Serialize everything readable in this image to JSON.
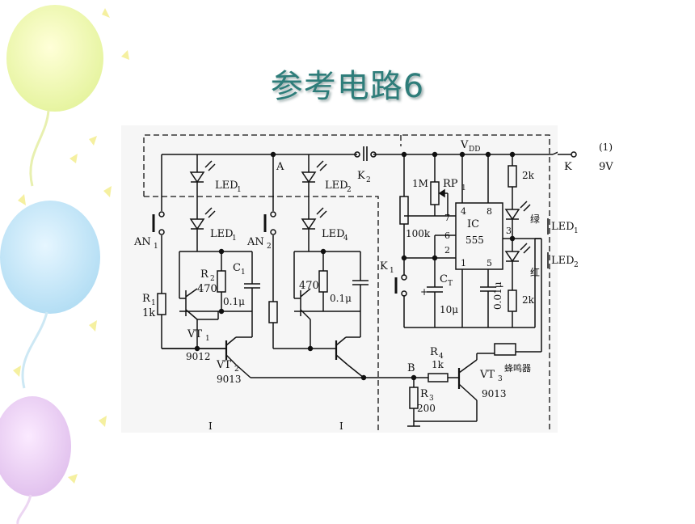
{
  "slide": {
    "title": "参考电路6"
  },
  "circuit": {
    "supply": {
      "vdd": "V",
      "vdd_sub": "DD",
      "node1": "(1)",
      "voltage": "9V",
      "switch": "K"
    },
    "nodes": {
      "a": "A",
      "b": "B"
    },
    "switch_k2": {
      "label": "K",
      "sub": "2"
    },
    "switch_k1": {
      "label": "K",
      "sub": "1"
    },
    "led1a": {
      "label": "LED",
      "sub": "1"
    },
    "led1b": {
      "label": "LED",
      "sub": "1"
    },
    "led2": {
      "label": "LED",
      "sub": "2"
    },
    "led4": {
      "label": "LED",
      "sub": "4"
    },
    "an1": {
      "label": "AN",
      "sub": "1"
    },
    "an2": {
      "label": "AN",
      "sub": "2"
    },
    "r1": {
      "label": "R",
      "sub": "1",
      "value": "1k"
    },
    "r2": {
      "label": "R",
      "sub": "2",
      "value": "470"
    },
    "c1": {
      "label": "C",
      "sub": "1",
      "value": "0.1μ"
    },
    "r_second": {
      "value": "470"
    },
    "c_second": {
      "value": "0.1μ"
    },
    "vt1": {
      "label": "VT",
      "sub": "1",
      "model": "9012"
    },
    "vt2": {
      "label": "VT",
      "sub": "2",
      "model": "9013"
    },
    "vt3": {
      "label": "VT",
      "sub": "3",
      "model": "9013"
    },
    "r4": {
      "label": "R",
      "sub": "4",
      "value": "1k"
    },
    "r3": {
      "label": "R",
      "sub": "3",
      "value": "200"
    },
    "rp1": {
      "label": "RP",
      "sub": "1",
      "value": "1M"
    },
    "r_100k": {
      "value": "100k"
    },
    "ct": {
      "label": "C",
      "sub": "T",
      "value": "10μ",
      "plus": "+"
    },
    "c_001": {
      "value": "0.01μ"
    },
    "ic": {
      "label": "IC",
      "model": "555",
      "pins": {
        "p4": "4",
        "p8": "8",
        "p7": "7",
        "p6": "6",
        "p2": "2",
        "p3": "3",
        "p1": "1",
        "p5": "5"
      }
    },
    "r_2k_top": {
      "value": "2k"
    },
    "r_2k_bottom": {
      "value": "2k"
    },
    "led_green": {
      "label": "LED",
      "sub": "1",
      "color_text": "绿"
    },
    "led_red": {
      "label": "LED",
      "sub": "2",
      "color_text": "红"
    },
    "buzzer": {
      "label": "蜂鸣器"
    },
    "section_marks": {
      "left": "I",
      "right": "I"
    }
  }
}
